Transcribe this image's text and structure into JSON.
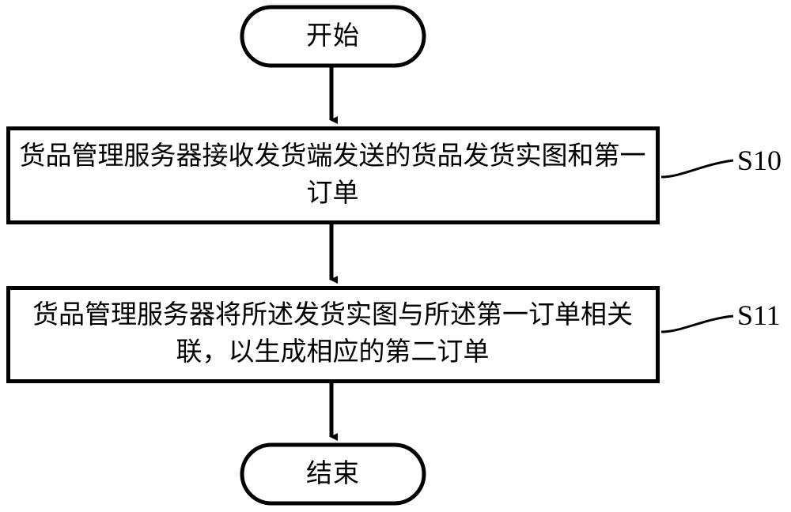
{
  "diagram": {
    "type": "flowchart",
    "orientation": "vertical",
    "title": "",
    "stroke_color": "#000000",
    "fill_color": "#ffffff",
    "nodes": [
      {
        "id": "start",
        "shape": "stadium",
        "label": "开始",
        "step_tag": ""
      },
      {
        "id": "s10",
        "shape": "rectangle",
        "label": "货品管理服务器接收发货端发送的货品发货实图和第一订单",
        "step_tag": "S10"
      },
      {
        "id": "s11",
        "shape": "rectangle",
        "label": "货品管理服务器将所述发货实图与所述第一订单相关联，以生成相应的第二订单",
        "step_tag": "S11"
      },
      {
        "id": "end",
        "shape": "stadium",
        "label": "结束",
        "step_tag": ""
      }
    ],
    "edges": [
      {
        "from": "start",
        "to": "s10",
        "arrow": "down"
      },
      {
        "from": "s10",
        "to": "s11",
        "arrow": "down"
      },
      {
        "from": "s11",
        "to": "end",
        "arrow": "down"
      }
    ]
  }
}
